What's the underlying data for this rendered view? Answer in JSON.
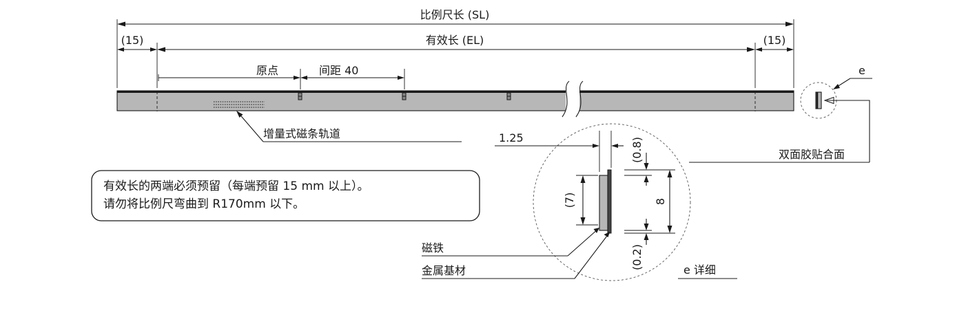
{
  "labels": {
    "scale_length": "比例尺长 (SL)",
    "effective_length": "有效长 (EL)",
    "margin_left": "(15)",
    "margin_right": "(15)",
    "origin": "原点",
    "pitch": "间距 40",
    "track": "增量式磁条轨道",
    "detail_tag": "e",
    "adhesive": "双面胶贴合面",
    "magnet": "磁铁",
    "base": "金属基材",
    "detail_title": "e 详细"
  },
  "dimensions": {
    "magnet_thickness": "1.25",
    "gap_top": "(0.8)",
    "magnet_height": "(7)",
    "overall_height": "8",
    "gap_bottom": "(0.2)"
  },
  "note": {
    "line1": "有效长的两端必须预留（每端预留 15 mm 以上）。",
    "line2": "请勿将比例尺弯曲到 R170mm 以下。"
  },
  "colors": {
    "scale_fill": "#b7b7b7",
    "line": "#1a1a1a",
    "detail_circle": "#555555"
  }
}
